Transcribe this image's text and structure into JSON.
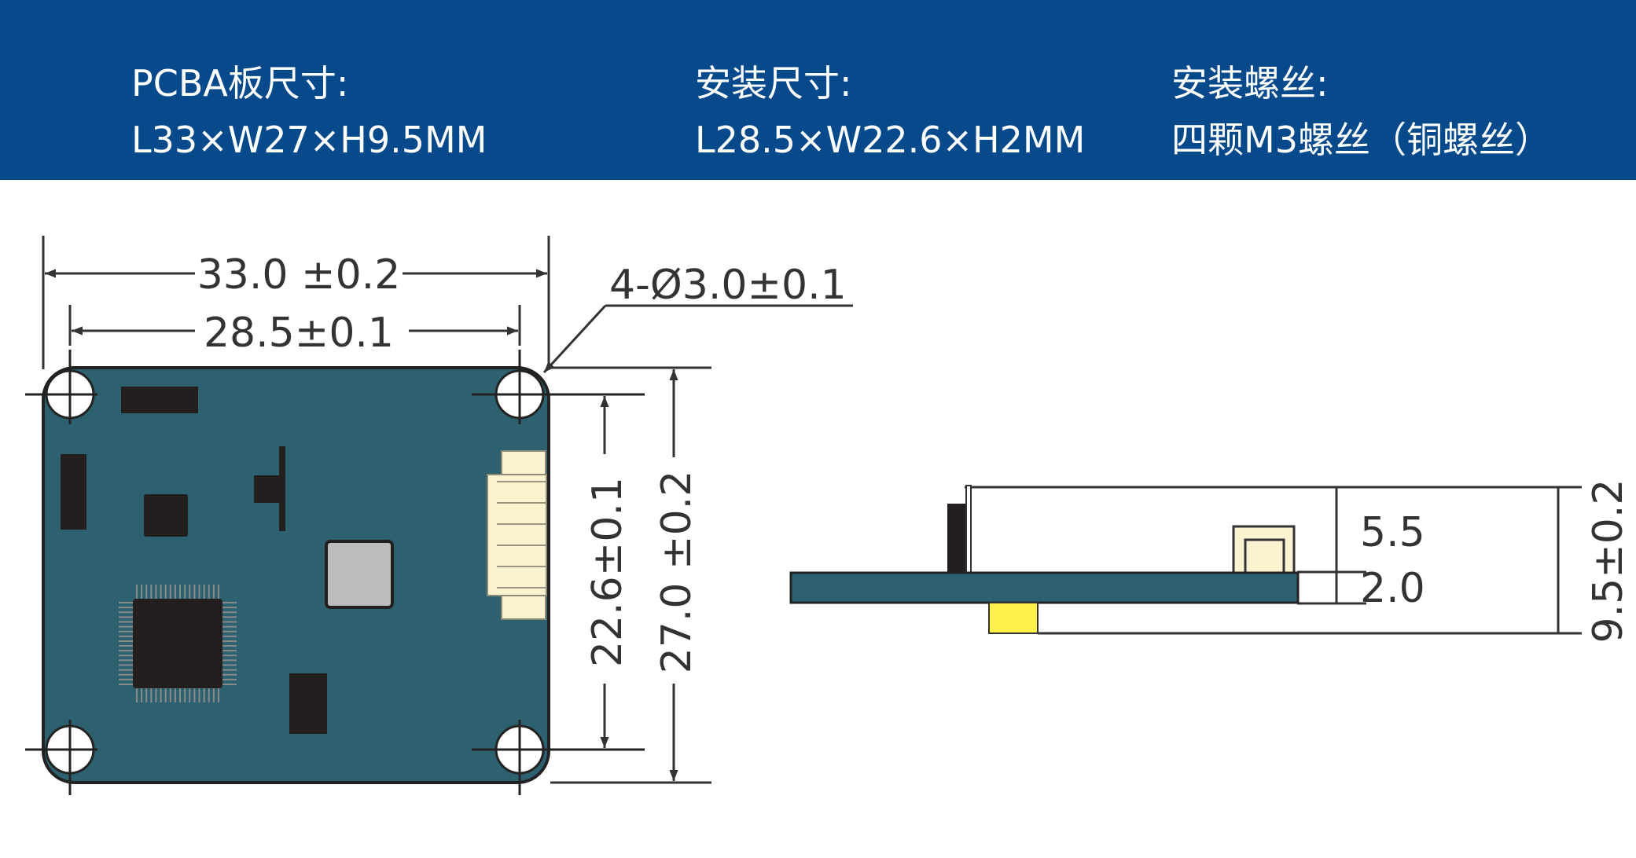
{
  "header": {
    "specs": [
      {
        "label": "PCBA板尺寸:",
        "value": "L33×W27×H9.5MM"
      },
      {
        "label": "安装尺寸:",
        "value": "L28.5×W22.6×H2MM"
      },
      {
        "label": "安装螺丝:",
        "value": "四颗M3螺丝（铜螺丝）"
      }
    ]
  },
  "top_view": {
    "overall_width": "33.0 ±0.2",
    "mount_width": "28.5±0.1",
    "hole_callout": "4-Ø3.0±0.1",
    "mount_height": "22.6±0.1",
    "overall_height": "27.0 ±0.2"
  },
  "side_view": {
    "component_height": "5.5",
    "board_thickness": "2.0",
    "total_height": "9.5±0.2"
  },
  "colors": {
    "header_bg": "#064a8b",
    "pcb": "#2d6170",
    "chip": "#231f1f",
    "connector": "#fbf2cf",
    "yellow_part": "#fff04a",
    "dim_line": "#333333"
  }
}
